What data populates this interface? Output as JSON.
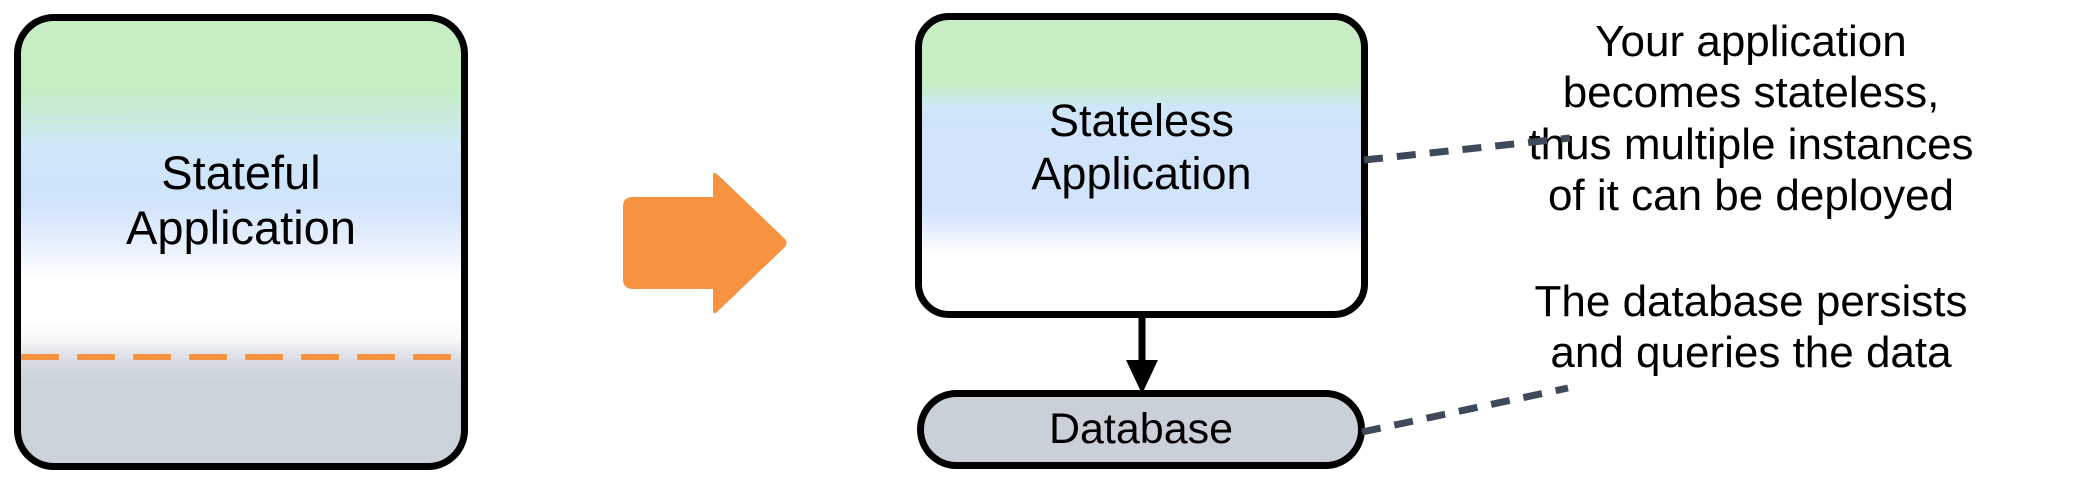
{
  "diagram": {
    "title": "Stateful application refactored into stateless application plus database",
    "background_color": "#ffffff"
  },
  "colors": {
    "green_band": "#c6edc4",
    "blue_band": "#d2e4fb",
    "white_band": "#ffffff",
    "gray_band": "#cbd2da",
    "accent_orange": "#f79241",
    "outline_black": "#000000",
    "leader_line_slate": "#3e4a5a",
    "database_fill": "#c9d0d8"
  },
  "left": {
    "box": {
      "label": "Stateful\nApplication",
      "divider_name": "state-boundary-dashed-line",
      "divider_color": "#f79241"
    }
  },
  "transition": {
    "arrow_label": "transforms-into",
    "arrow_color": "#f79241",
    "direction": "right"
  },
  "right": {
    "app_box": {
      "label": "Stateless\nApplication"
    },
    "connector": {
      "label": "reads-writes",
      "direction": "down"
    },
    "database_box": {
      "label": "Database"
    }
  },
  "annotations": [
    {
      "id": "stateless-note",
      "text": "Your application\nbecomes stateless,\nthus multiple instances\nof it can be deployed",
      "target": "stateless-application-box"
    },
    {
      "id": "database-note",
      "text": "The database persists\nand queries the data",
      "target": "database-box"
    }
  ]
}
